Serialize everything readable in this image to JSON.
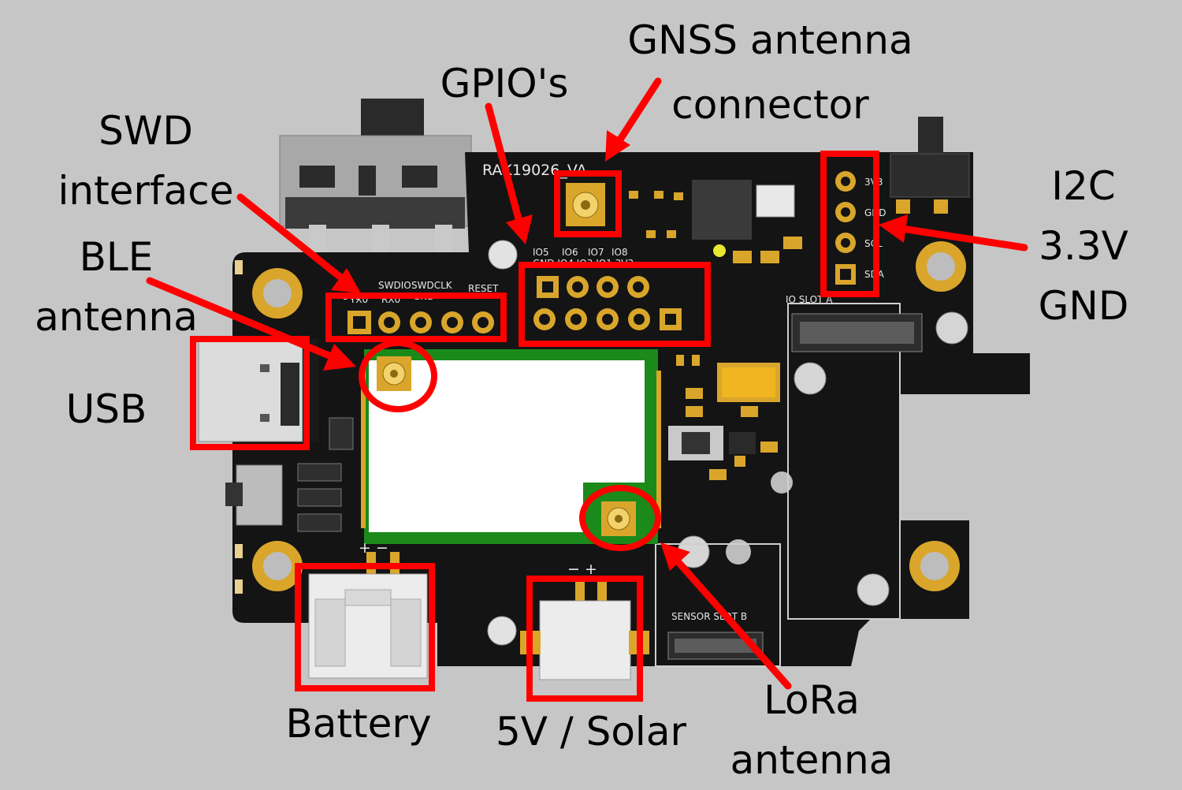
{
  "board": {
    "model": "RAK19026_VA",
    "gpio_silk_top": [
      "IO5",
      "IO6",
      "IO7",
      "IO8"
    ],
    "gpio_silk_bottom": "GND IO4 IO3 IO1 3V3",
    "swd_silk_top": [
      "3V3",
      "SWDIO",
      "SWDCLK",
      "RESET"
    ],
    "swd_silk_bottom": [
      "TX0",
      "RX0",
      "GND"
    ],
    "i2c_pins": [
      "3V3",
      "GND",
      "SCL",
      "SDA"
    ],
    "io_slot": "IO SLOT A",
    "sensor_slot": "SENSOR SLOT B",
    "battery_polarity": "+ −",
    "solar_polarity": "− +"
  },
  "labels": {
    "gnss": [
      "GNSS antenna",
      "connector"
    ],
    "gpio": [
      "GPIO's"
    ],
    "swd": [
      "SWD",
      "interface"
    ],
    "ble": [
      "BLE",
      "antenna"
    ],
    "usb": [
      "USB"
    ],
    "i2c": [
      "I2C",
      "3.3V",
      "GND"
    ],
    "battery": [
      "Battery"
    ],
    "solar": [
      "5V / Solar"
    ],
    "lora": [
      "LoRa",
      "antenna"
    ]
  },
  "colors": {
    "background": "#c6c6c6",
    "pcb": "#141414",
    "highlight": "#ff0000",
    "gold": "#d9a62b",
    "module_green": "#1b8a1b"
  }
}
